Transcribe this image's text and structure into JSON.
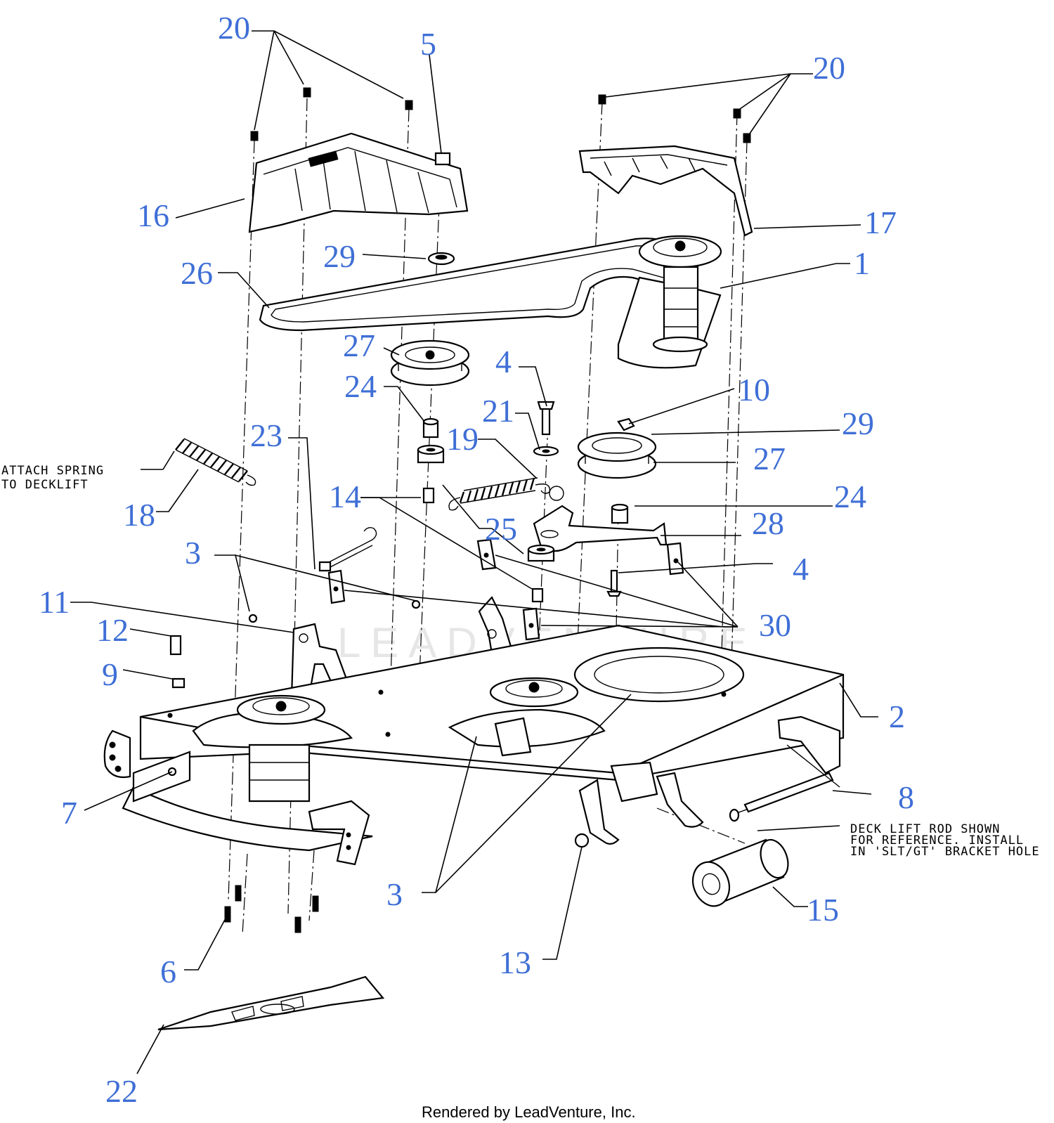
{
  "callouts": [
    "20",
    "5",
    "20",
    "16",
    "17",
    "29",
    "26",
    "1",
    "27",
    "24",
    "4",
    "10",
    "21",
    "29",
    "23",
    "19",
    "27",
    "18",
    "14",
    "24",
    "25",
    "28",
    "3",
    "4",
    "11",
    "30",
    "12",
    "9",
    "2",
    "8",
    "7",
    "3",
    "15",
    "6",
    "13",
    "22"
  ],
  "notes": {
    "attach_spring": [
      "ATTACH SPRING",
      "TO DECKLIFT"
    ],
    "deck_lift_rod": [
      "DECK LIFT ROD SHOWN",
      "FOR REFERENCE. INSTALL",
      "IN 'SLT/GT' BRACKET HOLE"
    ]
  },
  "watermark": "LEADVENTURE",
  "footer": "Rendered by LeadVenture, Inc.",
  "colors": {
    "callout": "#3f6fd6",
    "linework": "#000000",
    "background": "#ffffff"
  }
}
